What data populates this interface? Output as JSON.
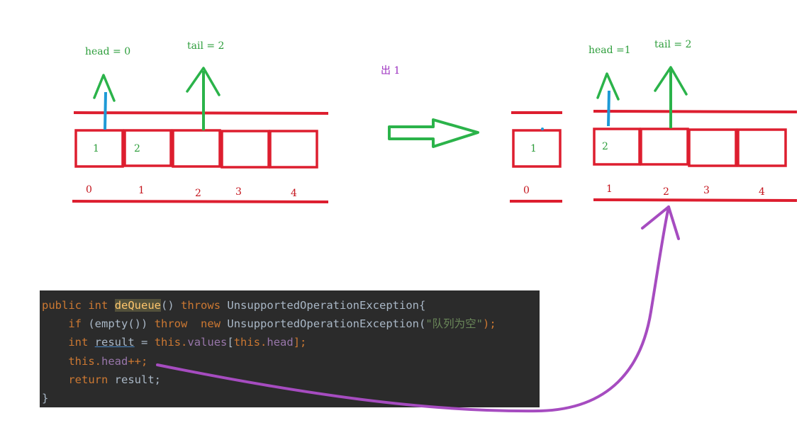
{
  "colors": {
    "queue_line": "#dd1e2f",
    "label_green": "#2e9e3c",
    "arrow_green": "#2bb34a",
    "head_pointer_blue": "#1e9ad6",
    "index_red": "#c4141c",
    "dequeue_purple": "#9b2fbf",
    "curve_purple": "#a64cc0",
    "code_bg": "#2b2b2b"
  },
  "before": {
    "head_label": "head = 0",
    "tail_label": "tail = 2",
    "cells": [
      "1",
      "2",
      "",
      "",
      ""
    ],
    "indices": [
      "0",
      "1",
      "2",
      "3",
      "4"
    ]
  },
  "operation": {
    "label": "出 1",
    "arrow_icon": "right-arrow-outline-icon"
  },
  "after": {
    "head_label": "head =1",
    "tail_label": "tail = 2",
    "removed_cell": "1",
    "removed_index": "0",
    "cells": [
      "2",
      "",
      "",
      ""
    ],
    "indices": [
      "1",
      "2",
      "3",
      "4"
    ]
  },
  "code": {
    "line1": {
      "kw1": "public",
      "kw2": "int",
      "method": "deQueue",
      "paren": "()",
      "kw3": "throws",
      "rest": "UnsupportedOperationException{"
    },
    "line2": {
      "kw_if": "if",
      "cond": "(empty())",
      "kw_throw": "throw",
      "kw_new": "new",
      "cls": "UnsupportedOperationException(",
      "str": "\"队列为空\"",
      "end": ");"
    },
    "line3": {
      "kw": "int",
      "var": "result",
      "eq": "=",
      "this1": "this.",
      "fld1": "values",
      "br1": "[",
      "this2": "this.",
      "fld2": "head",
      "end": "];"
    },
    "line4": {
      "this": "this.",
      "fld": "head",
      "op": "++;"
    },
    "line5": {
      "kw": "return",
      "rest": "result;"
    },
    "line6": {
      "brace": "}"
    }
  }
}
